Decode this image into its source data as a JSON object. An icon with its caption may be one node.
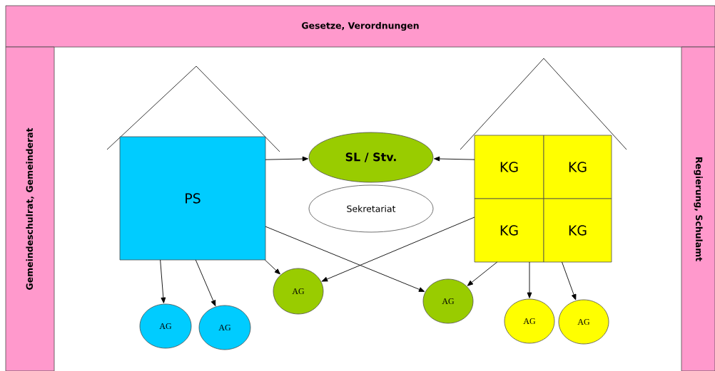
{
  "diagram": {
    "nodes": [
      {
        "text": [
          "Gesetze, Verordnungen"
        ]
      },
      {
        "text": [
          "Gemeindeschulrat, Gemeinderat"
        ]
      },
      {
        "text": [
          "Regierung, Schulamt"
        ]
      },
      {
        "text": [
          "PS"
        ]
      },
      {
        "text": [
          "SL / Stv."
        ]
      },
      {
        "text": [
          "Sekretariat"
        ]
      },
      {
        "text": [
          "KG"
        ]
      },
      {
        "text": [
          "KG"
        ]
      },
      {
        "text": [
          "KG"
        ]
      },
      {
        "text": [
          "KG"
        ]
      },
      {
        "text": [
          "AG"
        ]
      },
      {
        "text": [
          "AG"
        ]
      },
      {
        "text": [
          "AG"
        ]
      },
      {
        "text": [
          "AG"
        ]
      },
      {
        "text": [
          "AG"
        ]
      },
      {
        "text": [
          "AG"
        ]
      }
    ],
    "edges": [
      {
        "from": 3,
        "to": 4,
        "arrow": "to"
      },
      {
        "from": 6,
        "to": 4,
        "arrow": "to"
      },
      {
        "from": 3,
        "to": 10,
        "arrow": "to"
      },
      {
        "from": 3,
        "to": 11,
        "arrow": "to"
      },
      {
        "from": 3,
        "to": 12,
        "arrow": "to"
      },
      {
        "from": 3,
        "to": 13,
        "arrow": "to"
      },
      {
        "from": 8,
        "to": 12,
        "arrow": "to"
      },
      {
        "from": 8,
        "to": 13,
        "arrow": "to"
      },
      {
        "from": 8,
        "to": 14,
        "arrow": "to"
      },
      {
        "from": 9,
        "to": 15,
        "arrow": "to"
      }
    ]
  }
}
